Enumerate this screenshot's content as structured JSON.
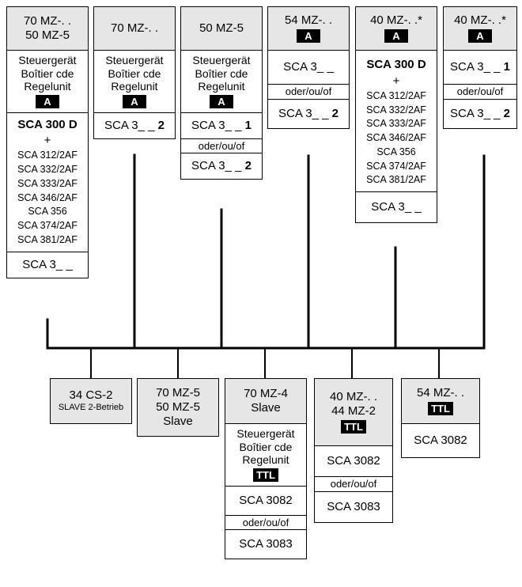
{
  "top_units": [
    {
      "id": "t1",
      "header": [
        "70 MZ-. .",
        "50 MZ-5"
      ],
      "ctrl": {
        "lines": [
          "Steuergerät",
          "Boîtier cde",
          "Regelunit"
        ],
        "tag": "A"
      },
      "list": {
        "title": "SCA 300 D",
        "plus": "+",
        "items": [
          "SCA 312/2AF",
          "SCA 332/2AF",
          "SCA 333/2AF",
          "SCA 346/2AF",
          "SCA 356",
          "SCA 374/2AF",
          "SCA 381/2AF"
        ]
      },
      "adapter": {
        "prefix": "SCA 3_ _",
        "suffix": ""
      }
    },
    {
      "id": "t2",
      "header": [
        "70 MZ-. ."
      ],
      "ctrl": {
        "lines": [
          "Steuergerät",
          "Boîtier cde",
          "Regelunit"
        ],
        "tag": "A"
      },
      "adapter": {
        "prefix": "SCA 3_ _ ",
        "suffix": "2"
      }
    },
    {
      "id": "t3",
      "header": [
        "50 MZ-5"
      ],
      "ctrl": {
        "lines": [
          "Steuergerät",
          "Boîtier cde",
          "Regelunit"
        ],
        "tag": "A"
      },
      "options": [
        {
          "prefix": "SCA 3_ _ ",
          "suffix": "1"
        },
        {
          "prefix": "SCA 3_ _ ",
          "suffix": "2"
        }
      ],
      "separator": "oder/ou/of"
    },
    {
      "id": "t4",
      "header": [
        "54 MZ-. ."
      ],
      "tag": "A",
      "options": [
        {
          "prefix": "SCA 3_ _",
          "suffix": ""
        },
        {
          "prefix": "SCA 3_ _ ",
          "suffix": "2"
        }
      ],
      "separator": "oder/ou/of"
    },
    {
      "id": "t5",
      "header": [
        "40 MZ-. .*"
      ],
      "tag": "A",
      "list": {
        "title": "SCA 300 D",
        "plus": "+",
        "items": [
          "SCA 312/2AF",
          "SCA 332/2AF",
          "SCA 333/2AF",
          "SCA 346/2AF",
          "SCA 356",
          "SCA 374/2AF",
          "SCA 381/2AF"
        ]
      },
      "adapter": {
        "prefix": "SCA 3_ _",
        "suffix": ""
      }
    },
    {
      "id": "t6",
      "header": [
        "40 MZ-. .*"
      ],
      "tag": "A",
      "options": [
        {
          "prefix": "SCA 3_ _ ",
          "suffix": "1"
        },
        {
          "prefix": "SCA 3_ _ ",
          "suffix": "2"
        }
      ],
      "separator": "oder/ou/of"
    }
  ],
  "bottom_units": [
    {
      "id": "b1",
      "header": [
        "34 CS-2"
      ],
      "note": "SLAVE 2-Betrieb"
    },
    {
      "id": "b2",
      "header": [
        "70 MZ-5",
        "50 MZ-5",
        "Slave"
      ]
    },
    {
      "id": "b3",
      "header": [
        "70 MZ-4",
        "Slave"
      ],
      "ctrl": {
        "lines": [
          "Steuergerät",
          "Boîtier cde",
          "Regelunit"
        ],
        "tag": "TTL"
      },
      "options": [
        "SCA 3082",
        "SCA 3083"
      ],
      "separator": "oder/ou/of"
    },
    {
      "id": "b4",
      "header": [
        "40 MZ-. .",
        "44 MZ-2"
      ],
      "tag": "TTL",
      "options": [
        "SCA 3082",
        "SCA 3083"
      ],
      "separator": "oder/ou/of"
    },
    {
      "id": "b5",
      "header": [
        "54 MZ-. ."
      ],
      "tag": "TTL",
      "options": [
        "SCA 3082"
      ]
    }
  ],
  "colors": {
    "line": "#000000",
    "header_bg": "#e6e6e6",
    "tag_bg": "#000000",
    "tag_fg": "#ffffff"
  }
}
